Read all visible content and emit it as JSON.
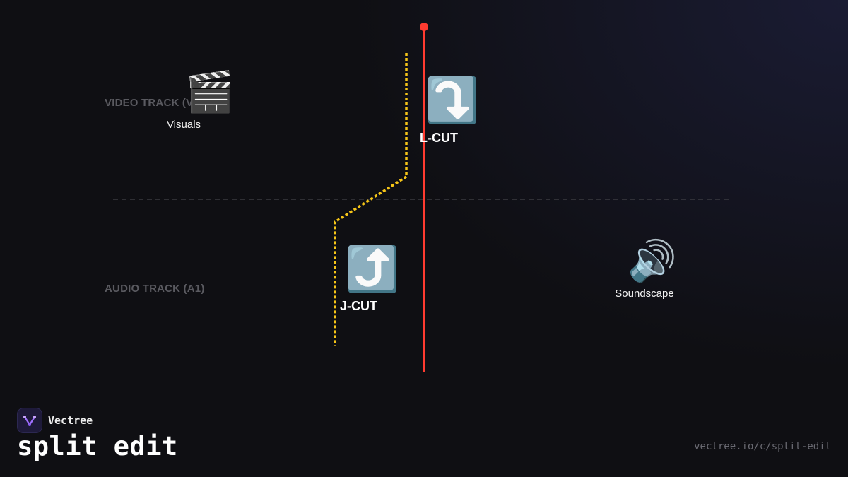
{
  "tracks": {
    "video_label": "VIDEO TRACK (V1)",
    "audio_label": "AUDIO TRACK (A1)"
  },
  "items": {
    "visuals": {
      "label": "Visuals",
      "icon": "clapper-board-icon",
      "glyph": "🎬"
    },
    "soundscape": {
      "label": "Soundscape",
      "icon": "speaker-icon",
      "glyph": "🔊"
    }
  },
  "cuts": {
    "l_cut": {
      "label": "L-CUT",
      "icon": "arrow-curving-down-icon",
      "glyph": "⤵️"
    },
    "j_cut": {
      "label": "J-CUT",
      "icon": "arrow-curving-up-icon",
      "glyph": "⤴️"
    }
  },
  "colors": {
    "playhead": "#ff3b30",
    "split_path": "#f5c518",
    "track_divider": "#3a3a40"
  },
  "footer": {
    "brand": "Vectree",
    "title": "split edit",
    "url": "vectree.io/c/split-edit"
  }
}
